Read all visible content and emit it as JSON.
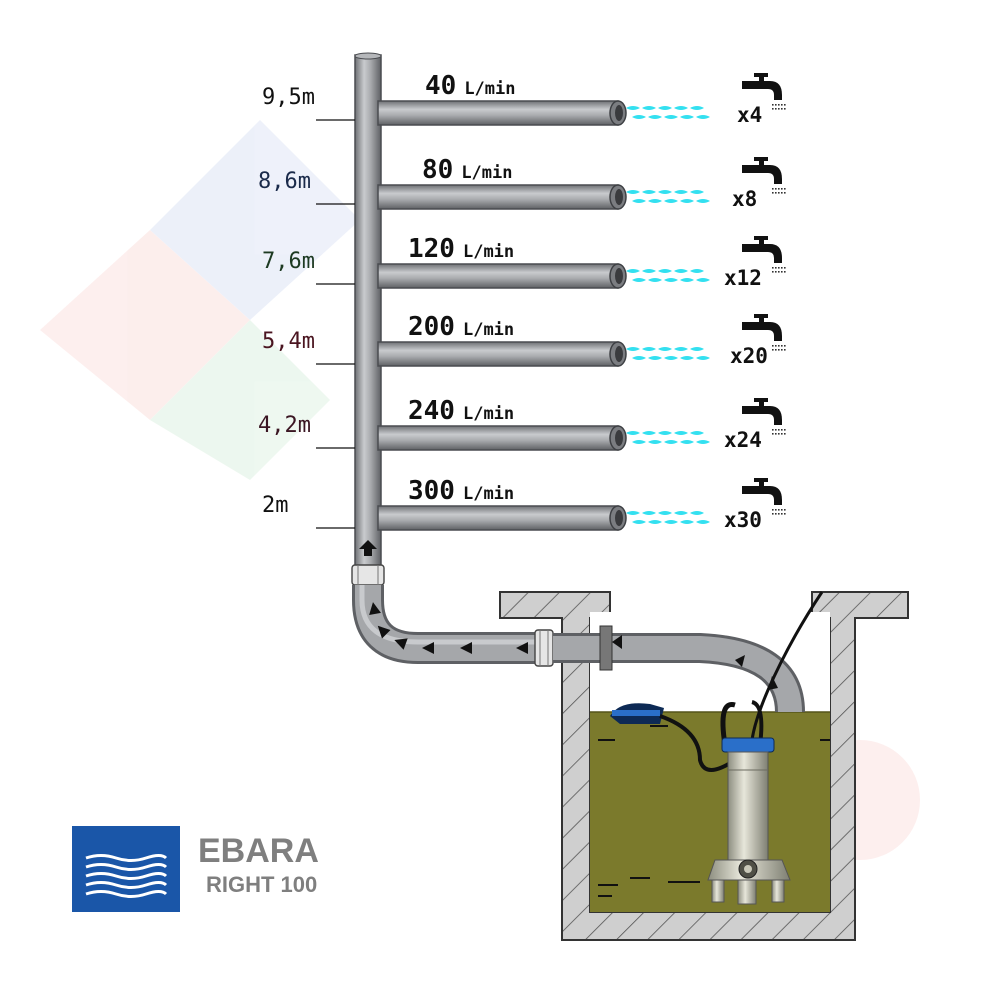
{
  "levels": [
    {
      "height": "9,5m",
      "flow": "40",
      "unit": "L/min",
      "taps": "x4"
    },
    {
      "height": "8,6m",
      "flow": "80",
      "unit": "L/min",
      "taps": "x8"
    },
    {
      "height": "7,6m",
      "flow": "120",
      "unit": "L/min",
      "taps": "x12"
    },
    {
      "height": "5,4m",
      "flow": "200",
      "unit": "L/min",
      "taps": "x20"
    },
    {
      "height": "4,2m",
      "flow": "240",
      "unit": "L/min",
      "taps": "x24"
    },
    {
      "height": "2m",
      "flow": "300",
      "unit": "L/min",
      "taps": "x30"
    }
  ],
  "logo": {
    "brand": "EBARA",
    "model": "RIGHT 100"
  },
  "colors": {
    "pipe": "#9a9ca0",
    "pipe_dark": "#5c5e62",
    "water_spray": "#33e0f0",
    "water": "#7b7a2c",
    "wall": "#c8c8c8",
    "logo_blue": "#1a56a8",
    "logo_text": "#7f7f7f"
  },
  "icons": [
    "faucet-icon",
    "flow-arrow-icon",
    "ebara-wave-logo-icon"
  ]
}
